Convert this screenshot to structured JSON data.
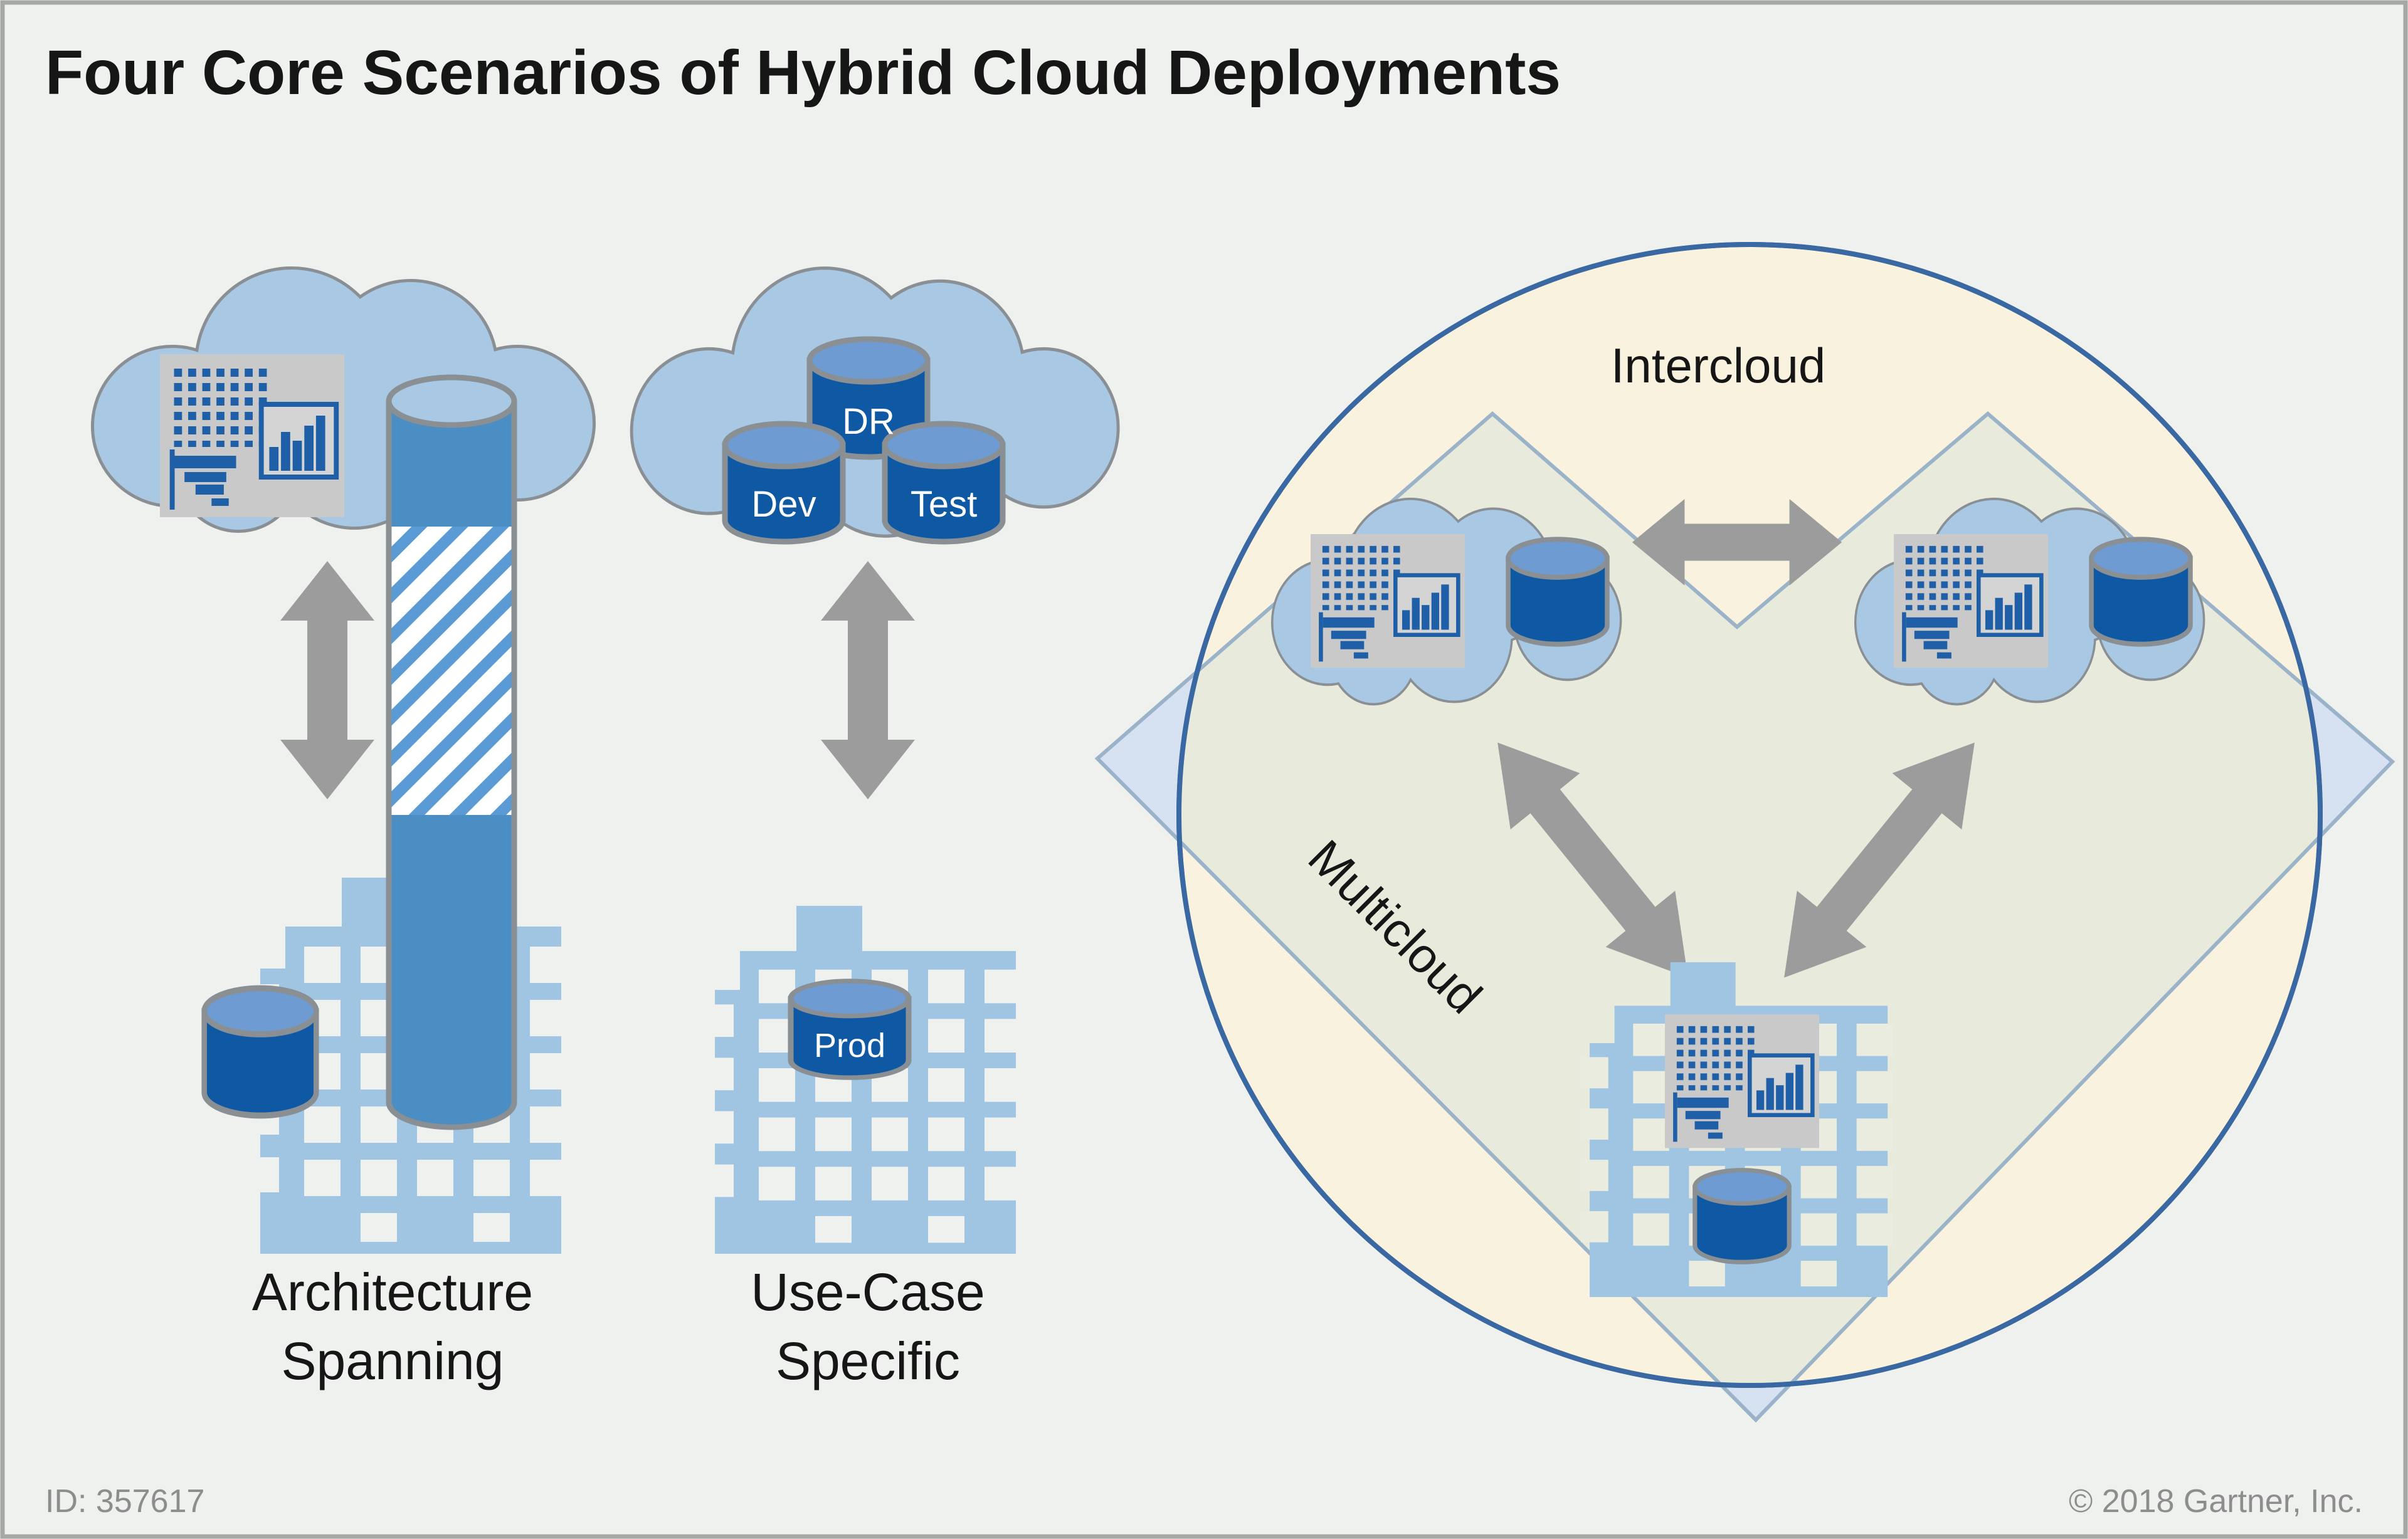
{
  "title": "Four Core Scenarios of Hybrid Cloud Deployments",
  "footer": {
    "doc_id": "ID: 357617",
    "copyright": "© 2018 Gartner, Inc."
  },
  "left_scenarios": {
    "architecture_spanning": {
      "caption_line1": "Architecture",
      "caption_line2": "Spanning"
    },
    "use_case_specific": {
      "caption_line1": "Use-Case",
      "caption_line2": "Specific",
      "cloud_databases": [
        "DR",
        "Dev",
        "Test"
      ],
      "datacenter_database": "Prod"
    }
  },
  "right_scenarios": {
    "intercloud_label": "Intercloud",
    "multicloud_label": "Multicloud"
  },
  "icons": [
    "cloud-icon",
    "application-icon",
    "database-cylinder-icon",
    "datacenter-building-icon",
    "double-arrow-icon",
    "hatched-pillar-icon"
  ],
  "colors": {
    "background": "#eff1ef",
    "cloud_fill": "#a8c8e4",
    "building_fill": "#9fc5e3",
    "database_fill": "#0f59a4",
    "database_top": "#6e9bd1",
    "pillar_fill": "#4a8ec3",
    "hatch_stripe": "#5b9bd5",
    "arrow_gray": "#9c9c9c",
    "circle_fill": "#f8f2de",
    "circle_stroke": "#3a68a2",
    "diamond_fill_outside": "#d6e2f2",
    "diamond_fill_inside": "#e8ebdc",
    "diamond_stroke": "#9bb3c9",
    "outline_gray": "#8a8f94"
  }
}
